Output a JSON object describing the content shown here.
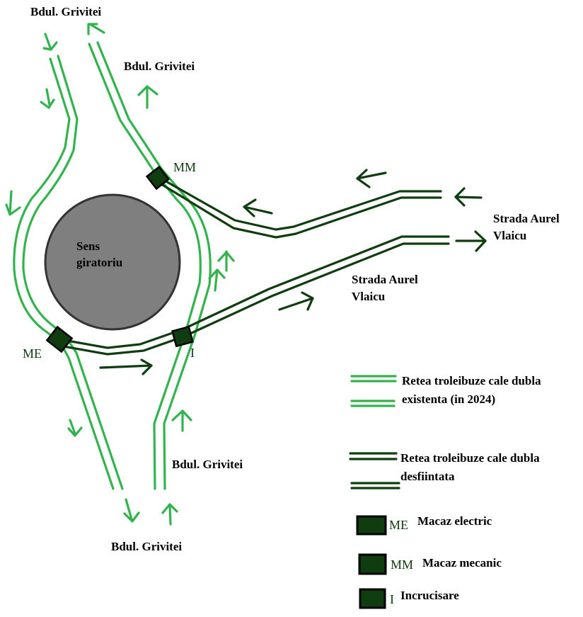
{
  "colors": {
    "existing_line": "#33b34d",
    "removed_line": "#0f3d0f",
    "arrow_existing": "#33b34d",
    "arrow_removed": "#0f3d0f",
    "box_fill": "#0f3d0f",
    "box_border": "#000000",
    "roundabout_fill": "#7f7f7f",
    "roundabout_border": "#333333",
    "text": "#000000"
  },
  "map": {
    "roundabout_label": [
      "Sens",
      "giratoriu"
    ],
    "streets": {
      "grivitei_top_left": "Bdul. Grivitei",
      "grivitei_top_right": "Bdul. Grivitei",
      "grivitei_bottom_right": "Bdul. Grivitei",
      "grivitei_bottom_center": "Bdul. Grivitei",
      "aurel_vlaicu_right": [
        "Strada Aurel",
        "Vlaicu"
      ],
      "aurel_vlaicu_center": [
        "Strada Aurel",
        "Vlaicu"
      ]
    },
    "junctions": {
      "mm": "MM",
      "me": "ME",
      "i": "I"
    }
  },
  "legend": {
    "existing": [
      "Retea troleibuze cale dubla",
      "existenta (in 2024)"
    ],
    "removed": [
      "Retea troleibuze cale dubla",
      "desfiintata"
    ],
    "me_code": "ME",
    "me_label": "Macaz electric",
    "mm_code": "MM",
    "mm_label": "Macaz mecanic",
    "i_code": "I",
    "i_label": "Incrucisare"
  }
}
